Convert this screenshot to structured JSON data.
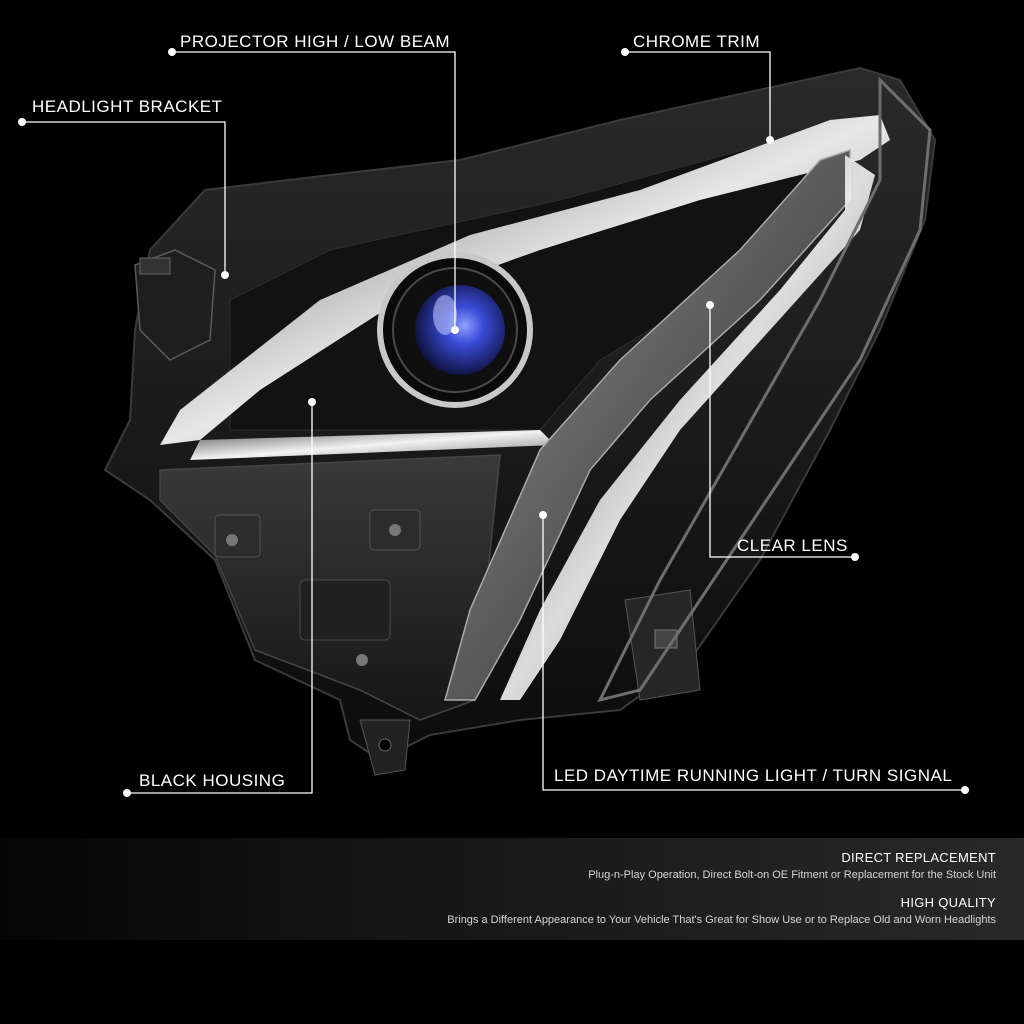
{
  "callouts": {
    "projector": "PROJECTOR HIGH / LOW BEAM",
    "chrome_trim": "CHROME TRIM",
    "headlight_bracket": "HEADLIGHT BRACKET",
    "clear_lens": "CLEAR LENS",
    "black_housing": "BLACK HOUSING",
    "led_drl": "LED DAYTIME RUNNING LIGHT / TURN SIGNAL"
  },
  "footer": {
    "items": [
      {
        "heading": "DIRECT REPLACEMENT",
        "text": "Plug-n-Play Operation, Direct Bolt-on OE Fitment or Replacement for the Stock Unit"
      },
      {
        "heading": "HIGH QUALITY",
        "text": "Brings a Different Appearance to Your Vehicle That's Great for Show Use or to Replace Old and Worn Headlights"
      }
    ]
  },
  "colors": {
    "background": "#000000",
    "callout_line": "#ffffff",
    "projector_blue": "#3a4bd8"
  }
}
